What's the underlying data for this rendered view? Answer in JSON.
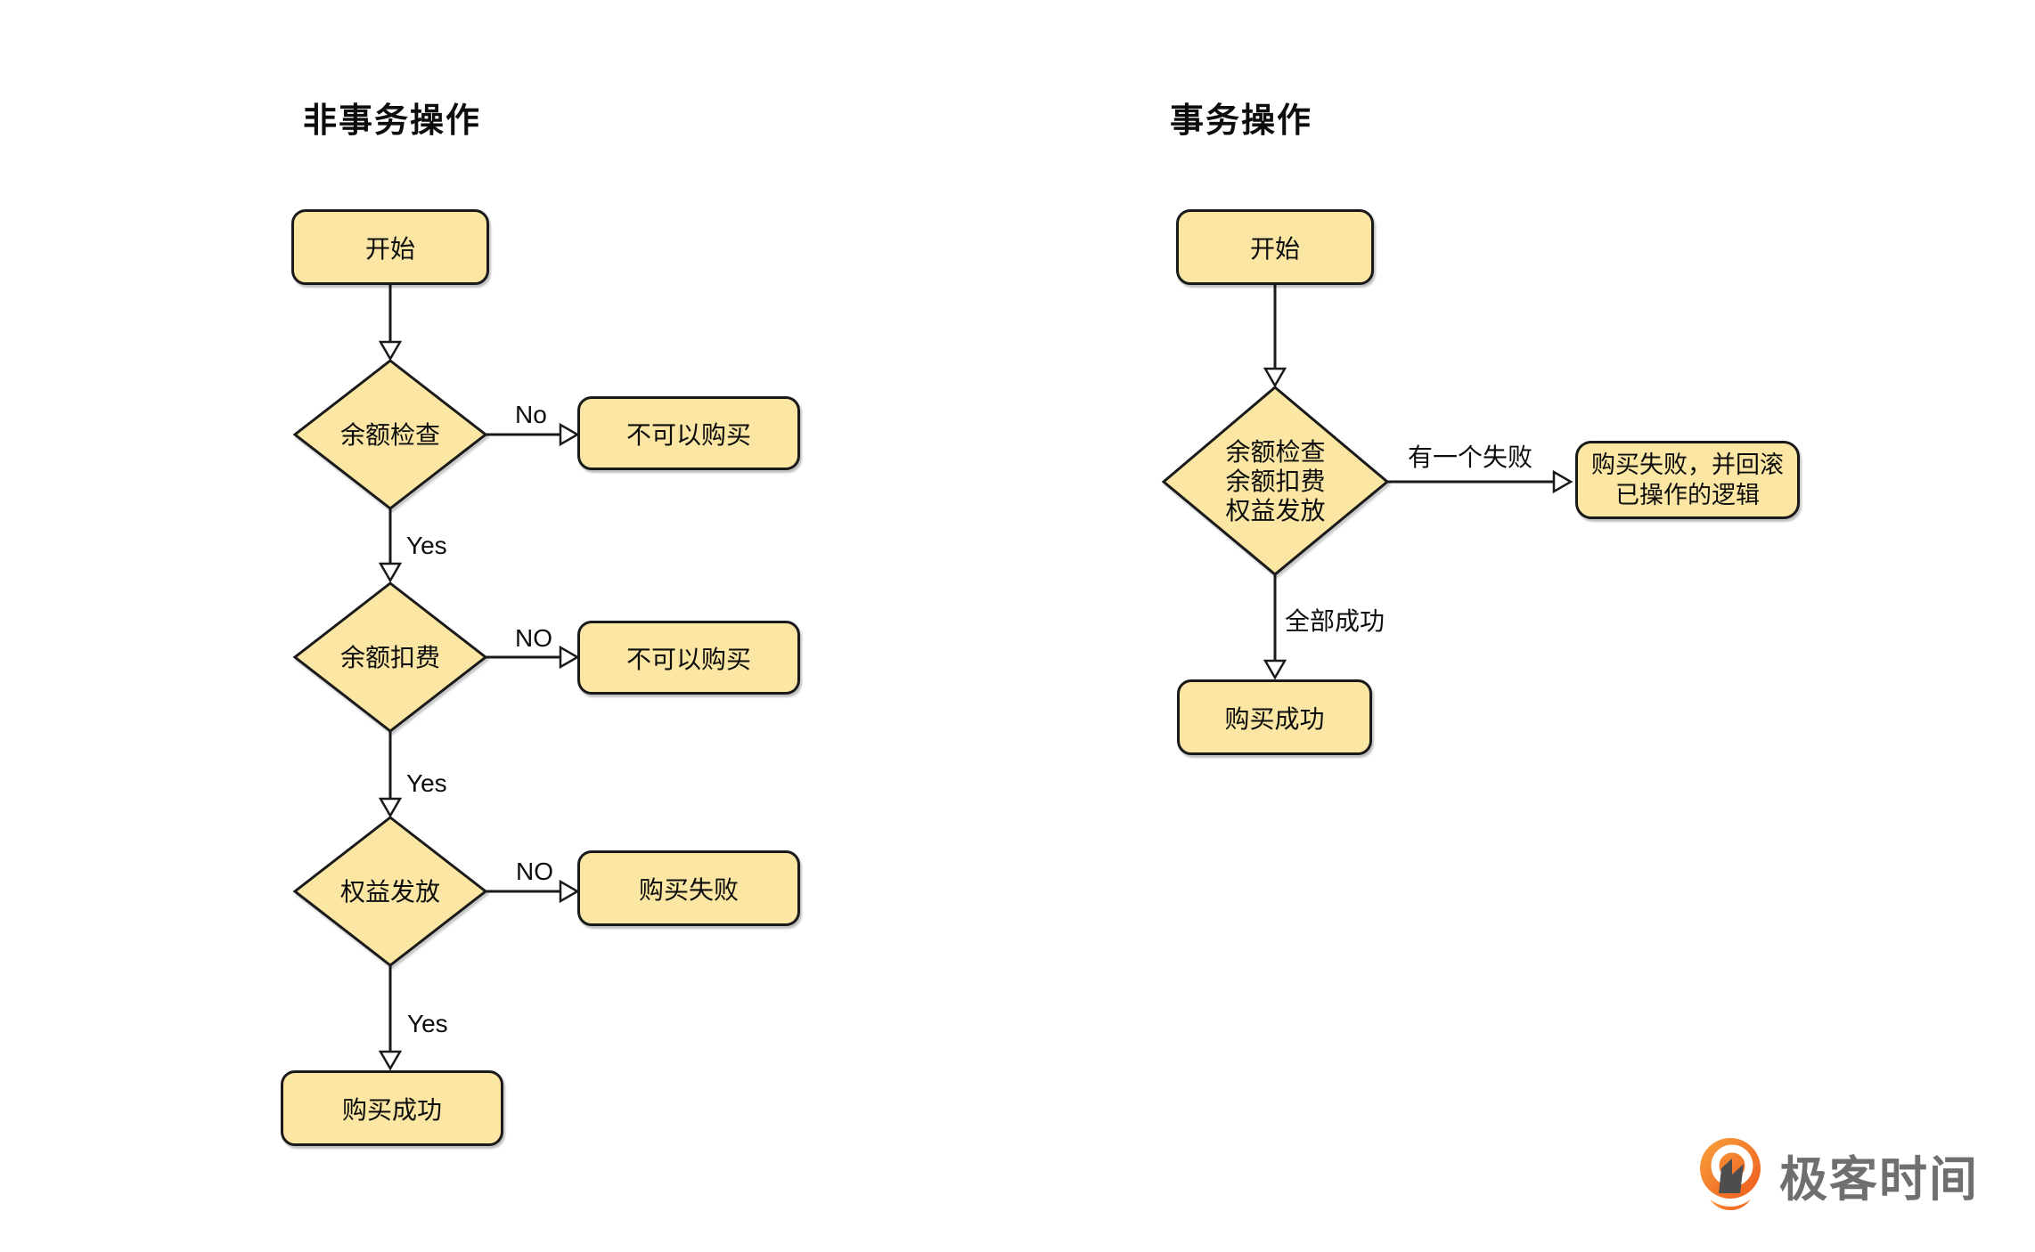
{
  "left_flow": {
    "title": "非事务操作",
    "start_label": "开始",
    "steps": [
      {
        "decision": "余额检查",
        "no_label": "No",
        "no_target": "不可以购买",
        "yes_label": "Yes"
      },
      {
        "decision": "余额扣费",
        "no_label": "NO",
        "no_target": "不可以购买",
        "yes_label": "Yes"
      },
      {
        "decision": "权益发放",
        "no_label": "NO",
        "no_target": "购买失败",
        "yes_label": "Yes"
      }
    ],
    "end_label": "购买成功"
  },
  "right_flow": {
    "title": "事务操作",
    "start_label": "开始",
    "decision_lines": [
      "余额检查",
      "余额扣费",
      "权益发放"
    ],
    "fail_edge_label": "有一个失败",
    "fail_box_lines": [
      "购买失败，并回滚",
      "已操作的逻辑"
    ],
    "success_edge_label": "全部成功",
    "end_label": "购买成功"
  },
  "logo": {
    "brand_text": "极客时间",
    "icon": "geektime-pin-icon"
  },
  "colors": {
    "node_fill": "#FBE7A3",
    "node_border": "#1A1A1A",
    "connector": "#1A1A1A",
    "logo_orange_light": "#F9A23C",
    "logo_orange_dark": "#EE5A1E",
    "logo_text_gray": "#6F6F6F",
    "background": "#FFFFFF"
  }
}
